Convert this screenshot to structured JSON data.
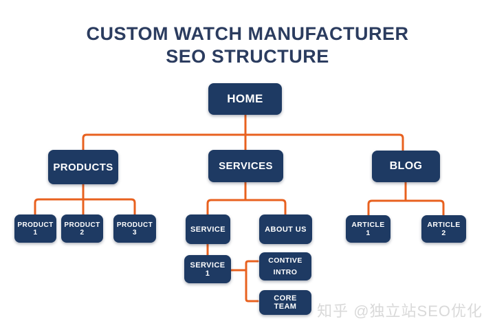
{
  "title": {
    "line1": "CUSTOM WATCH MANUFACTURER",
    "line2": "SEO STRUCTURE"
  },
  "colors": {
    "page-bg": "#ffffff",
    "box-bg": "#1e3a63",
    "box-text": "#ffffff",
    "line": "#e8611f",
    "title-text": "#2b3c5f",
    "watermark-text": "#d9d9d9"
  },
  "nodes": {
    "home": {
      "label": "HOME"
    },
    "products": {
      "label": "PRODUCTS"
    },
    "services": {
      "label": "SERVICES"
    },
    "blog": {
      "label": "BLOG"
    },
    "product1": {
      "label": "PRODUCT 1"
    },
    "product2": {
      "label": "PRODUCT 2"
    },
    "product3": {
      "label": "PRODUCT 3"
    },
    "service": {
      "label": "SERVICE"
    },
    "about_us": {
      "label": "ABOUT US"
    },
    "service1": {
      "label": "SERVICE 1"
    },
    "contive_intro": {
      "label": "CONTIVE INTRO"
    },
    "core_team": {
      "label": "CORE TEAM"
    },
    "article1": {
      "label": "ARTICLE 1"
    },
    "article2": {
      "label": "ARTICLE 2"
    }
  },
  "edges": [
    [
      "HOME",
      "PRODUCTS"
    ],
    [
      "HOME",
      "SERVICES"
    ],
    [
      "HOME",
      "BLOG"
    ],
    [
      "PRODUCTS",
      "PRODUCT 1"
    ],
    [
      "PRODUCTS",
      "PRODUCT 2"
    ],
    [
      "PRODUCTS",
      "PRODUCT 3"
    ],
    [
      "SERVICES",
      "SERVICE"
    ],
    [
      "SERVICES",
      "ABOUT US"
    ],
    [
      "SERVICE",
      "SERVICE 1"
    ],
    [
      "SERVICE 1",
      "CONTIVE INTRO"
    ],
    [
      "SERVICE 1",
      "CORE TEAM"
    ],
    [
      "BLOG",
      "ARTICLE 1"
    ],
    [
      "BLOG",
      "ARTICLE 2"
    ]
  ],
  "watermark": {
    "text": "知乎 @独立站SEO优化"
  }
}
